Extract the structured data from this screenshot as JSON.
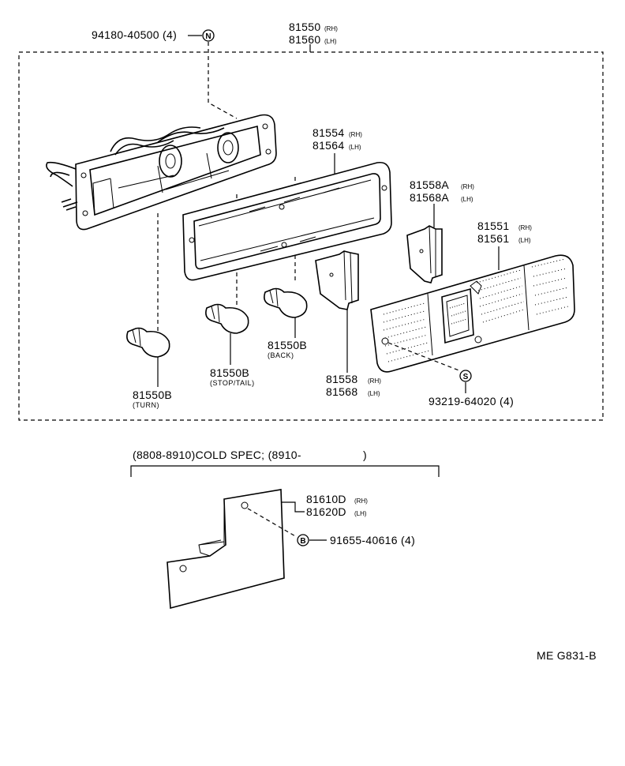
{
  "diagram_id": "ME G831-B",
  "screw_n": {
    "part": "94180-40500",
    "qty": "(4)",
    "symbol": "N"
  },
  "lamp_assy": {
    "rh": "81550",
    "lh": "81560",
    "rh_sfx": "(RH)",
    "lh_sfx": "(LH)"
  },
  "gasket": {
    "rh": "81554",
    "lh": "81564",
    "rh_sfx": "(RH)",
    "lh_sfx": "(LH)"
  },
  "cover_a": {
    "rh": "81558A",
    "lh": "81568A",
    "rh_sfx": "(RH)",
    "lh_sfx": "(LH)"
  },
  "lens": {
    "rh": "81551",
    "lh": "81561",
    "rh_sfx": "(RH)",
    "lh_sfx": "(LH)"
  },
  "cover": {
    "rh": "81558",
    "lh": "81568",
    "rh_sfx": "(RH)",
    "lh_sfx": "(LH)"
  },
  "screw_s": {
    "part": "93219-64020",
    "qty": "(4)",
    "symbol": "S"
  },
  "bulbs": {
    "turn": {
      "part": "81550B",
      "note": "(TURN)"
    },
    "stop_tail": {
      "part": "81550B",
      "note": "(STOP/TAIL)"
    },
    "back": {
      "part": "81550B",
      "note": "(BACK)"
    }
  },
  "cold_spec": {
    "heading": "(8808-8910)COLD SPEC; (8910-",
    "heading_end": ")",
    "plate": {
      "rh": "81610D",
      "lh": "81620D",
      "rh_sfx": "(RH)",
      "lh_sfx": "(LH)"
    },
    "screw_b": {
      "part": "91655-40616",
      "qty": "(4)",
      "symbol": "B"
    }
  }
}
